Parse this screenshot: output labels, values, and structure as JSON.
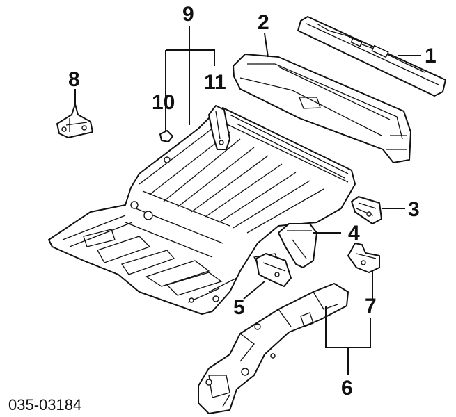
{
  "callouts": [
    "1",
    "2",
    "3",
    "4",
    "5",
    "6",
    "7",
    "8",
    "9",
    "10",
    "11"
  ],
  "part_code": "035-03184"
}
